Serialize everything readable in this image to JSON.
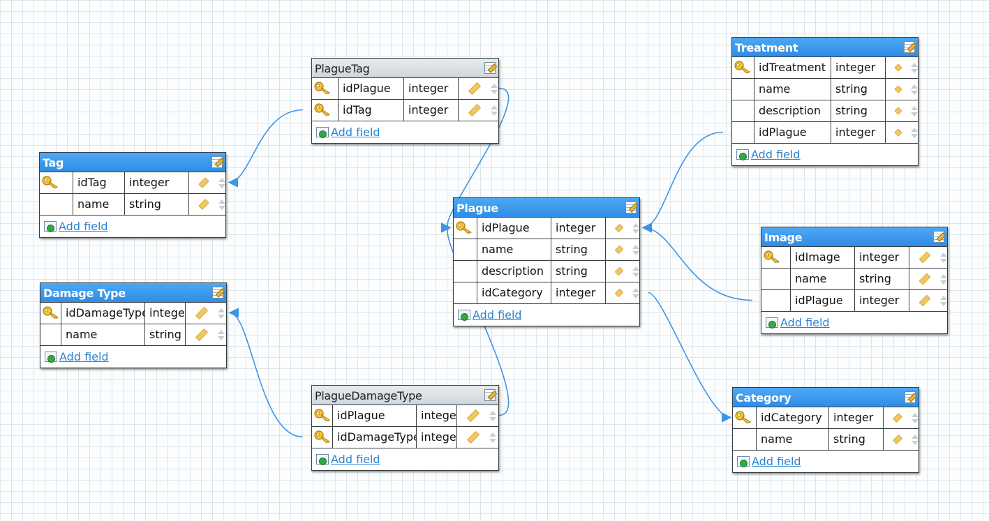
{
  "add_field_label": "Add field",
  "colors": {
    "entity_header": "#2f8de6",
    "join_header": "#d3dadd",
    "link": "#3c95e6"
  },
  "tables": [
    {
      "id": "tag",
      "title": "Tag",
      "header_style": "entity",
      "fields": [
        {
          "name": "idTag",
          "type": "integer",
          "key": true
        },
        {
          "name": "name",
          "type": "string",
          "key": false
        }
      ]
    },
    {
      "id": "damagetype",
      "title": "Damage Type",
      "header_style": "entity",
      "fields": [
        {
          "name": "idDamageType",
          "type": "integer",
          "key": true
        },
        {
          "name": "name",
          "type": "string",
          "key": false
        }
      ]
    },
    {
      "id": "plaguetag",
      "title": "PlagueTag",
      "header_style": "join",
      "fields": [
        {
          "name": "idPlague",
          "type": "integer",
          "key": true
        },
        {
          "name": "idTag",
          "type": "integer",
          "key": true
        }
      ]
    },
    {
      "id": "plaguedamagetype",
      "title": "PlagueDamageType",
      "header_style": "join",
      "fields": [
        {
          "name": "idPlague",
          "type": "integer",
          "key": true
        },
        {
          "name": "idDamageType",
          "type": "integer",
          "key": true
        }
      ]
    },
    {
      "id": "plague",
      "title": "Plague",
      "header_style": "entity",
      "fields": [
        {
          "name": "idPlague",
          "type": "integer",
          "key": true
        },
        {
          "name": "name",
          "type": "string",
          "key": false
        },
        {
          "name": "description",
          "type": "string",
          "key": false
        },
        {
          "name": "idCategory",
          "type": "integer",
          "key": false
        }
      ]
    },
    {
      "id": "treatment",
      "title": "Treatment",
      "header_style": "entity",
      "fields": [
        {
          "name": "idTreatment",
          "type": "integer",
          "key": true
        },
        {
          "name": "name",
          "type": "string",
          "key": false
        },
        {
          "name": "description",
          "type": "string",
          "key": false
        },
        {
          "name": "idPlague",
          "type": "integer",
          "key": false
        }
      ]
    },
    {
      "id": "image",
      "title": "Image",
      "header_style": "entity",
      "fields": [
        {
          "name": "idImage",
          "type": "integer",
          "key": true
        },
        {
          "name": "name",
          "type": "string",
          "key": false
        },
        {
          "name": "idPlague",
          "type": "integer",
          "key": false
        }
      ]
    },
    {
      "id": "category",
      "title": "Category",
      "header_style": "entity",
      "fields": [
        {
          "name": "idCategory",
          "type": "integer",
          "key": true
        },
        {
          "name": "name",
          "type": "string",
          "key": false
        }
      ]
    }
  ],
  "relations": [
    {
      "from_table": "plaguetag",
      "from_field": "idPlague",
      "to_table": "plague",
      "to_field": "idPlague"
    },
    {
      "from_table": "plaguetag",
      "from_field": "idTag",
      "to_table": "tag",
      "to_field": "idTag"
    },
    {
      "from_table": "plaguedamagetype",
      "from_field": "idPlague",
      "to_table": "plague",
      "to_field": "idPlague"
    },
    {
      "from_table": "plaguedamagetype",
      "from_field": "idDamageType",
      "to_table": "damagetype",
      "to_field": "idDamageType"
    },
    {
      "from_table": "treatment",
      "from_field": "idPlague",
      "to_table": "plague",
      "to_field": "idPlague"
    },
    {
      "from_table": "image",
      "from_field": "idPlague",
      "to_table": "plague",
      "to_field": "idPlague"
    },
    {
      "from_table": "plague",
      "from_field": "idCategory",
      "to_table": "category",
      "to_field": "idCategory"
    }
  ]
}
